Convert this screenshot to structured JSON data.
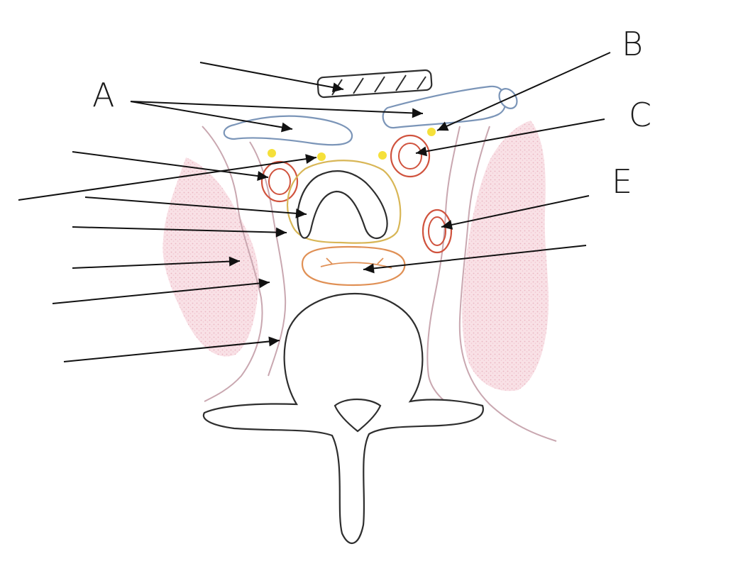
{
  "labels": {
    "a": "A",
    "b": "B",
    "c": "C",
    "e": "E"
  },
  "colors": {
    "outline": "#2e2e2e",
    "vein": "#7b95b8",
    "artery": "#d0533e",
    "nerve": "#f5e03a",
    "thyroid": "#d8b656",
    "oesophagus": "#e09055",
    "fascia": "#c8a4ad",
    "muscle": "#e9a6b4"
  }
}
